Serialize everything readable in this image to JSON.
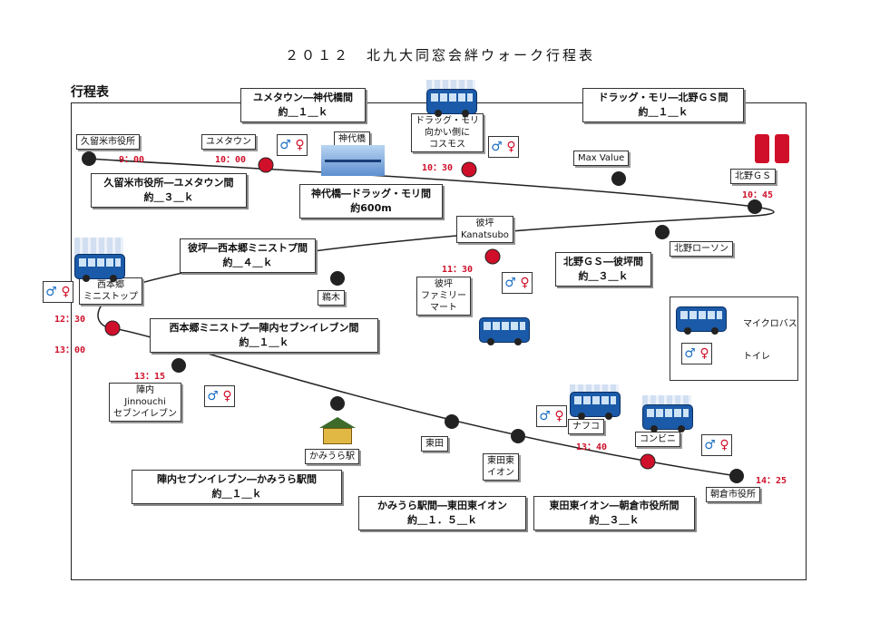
{
  "header": {
    "title": "２０１２　北九大同窓会絆ウォーク行程表",
    "subtitle": "行程表"
  },
  "accent_colors": {
    "stop_red": "#d0102a",
    "stop_black": "#222222",
    "time_red": "#d0102a",
    "bus_blue": "#1a5aa8"
  },
  "segments": [
    {
      "route": "ユメタウン―神代橋間",
      "distance": "約＿１＿ｋ"
    },
    {
      "route": "ドラッグ・モリ―北野ＧＳ間",
      "distance": "約＿１＿ｋ"
    },
    {
      "route": "久留米市役所―ユメタウン間",
      "distance": "約＿３＿ｋ"
    },
    {
      "route": "神代橋―ドラッグ・モリ間",
      "distance": "約600m"
    },
    {
      "route": "彼坪―西本郷ミニストプ間",
      "distance": "約＿４＿ｋ"
    },
    {
      "route": "北野ＧＳ―彼坪間",
      "distance": "約＿３＿ｋ"
    },
    {
      "route": "西本郷ミニストプ―陣内セブンイレブン間",
      "distance": "約＿１＿ｋ"
    },
    {
      "route": "陣内セブンイレブン―かみうら駅間",
      "distance": "約＿１＿ｋ"
    },
    {
      "route": "かみうら駅間―東田東イオン",
      "distance": "約＿１．５＿ｋ"
    },
    {
      "route": "東田東イオン―朝倉市役所間",
      "distance": "約＿３＿ｋ"
    }
  ],
  "places": [
    {
      "name": "久留米市役所"
    },
    {
      "name": "ユメタウン"
    },
    {
      "name": "神代橋"
    },
    {
      "name": "ドラッグ・モリ\n向かい側に\nコスモス"
    },
    {
      "name": "Max Value"
    },
    {
      "name": "北野ＧＳ"
    },
    {
      "name": "彼坪\nKanatsubo"
    },
    {
      "name": "北野ローソン"
    },
    {
      "name": "西本郷\nミニストップ"
    },
    {
      "name": "鵜木"
    },
    {
      "name": "彼坪\nファミリー\nマート"
    },
    {
      "name": "陣内\nJinnouchi\nセブンイレブン"
    },
    {
      "name": "かみうら駅"
    },
    {
      "name": "東田"
    },
    {
      "name": "東田東\nイオン"
    },
    {
      "name": "ナフコ"
    },
    {
      "name": "コンビニ"
    },
    {
      "name": "朝倉市役所"
    }
  ],
  "times": [
    "9：00",
    "10：00",
    "10：30",
    "10：45",
    "11：30",
    "12：30",
    "13：00",
    "13：15",
    "13：40",
    "14：25"
  ],
  "legend": {
    "bus": "マイクロバス",
    "toilet": "トイレ"
  },
  "icons": {
    "wc_male": "♂",
    "wc_female": "♀"
  }
}
